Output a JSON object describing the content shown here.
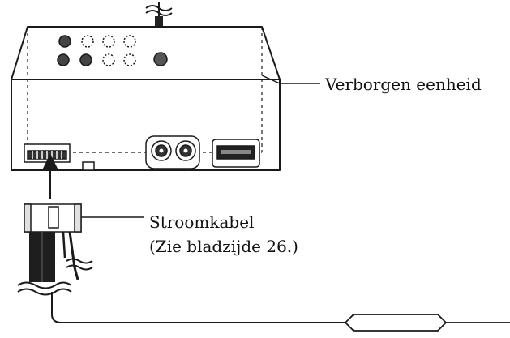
{
  "labels": {
    "hidden_unit": "Verborgen eenheid",
    "power_cable": "Stroomkabel",
    "page_reference": "(Zie bladzijde 26.)"
  },
  "colors": {
    "line": "#1a1a1a",
    "fill": "#ffffff",
    "shade": "#d9d9d9",
    "dark": "#222222"
  }
}
